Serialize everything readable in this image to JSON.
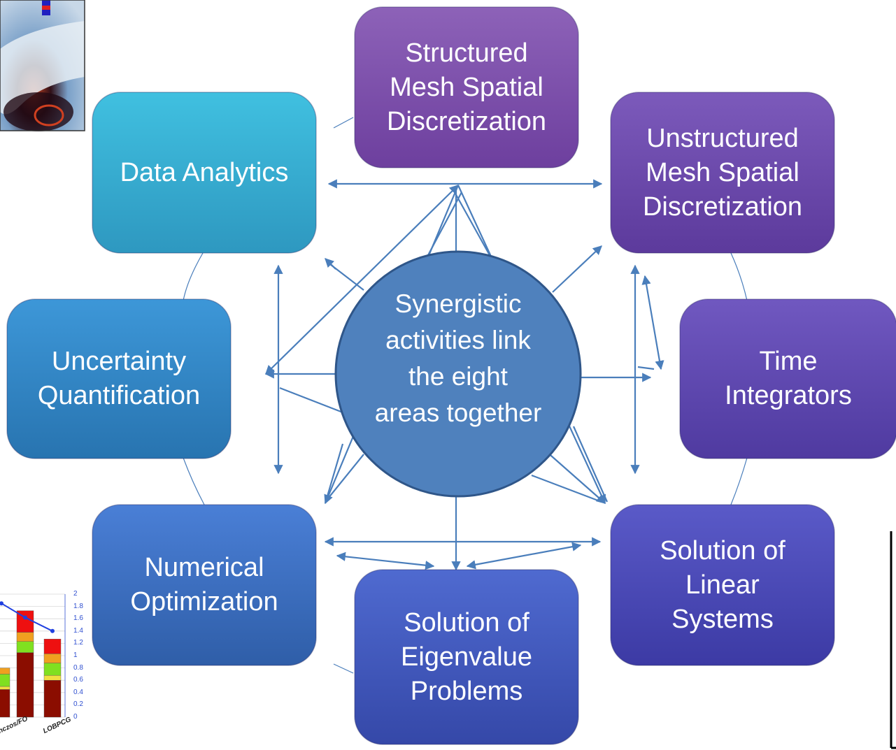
{
  "center": {
    "text": "Synergistic\nactivities link\nthe eight\nareas together",
    "color": "#4f81bd"
  },
  "areas": [
    {
      "id": "structured",
      "label": "Structured\nMesh Spatial\nDiscretization",
      "color_top": "#8d62b8",
      "color_bottom": "#6d3f9e"
    },
    {
      "id": "unstructured",
      "label": "Unstructured\nMesh Spatial\nDiscretization",
      "color_top": "#7c5abb",
      "color_bottom": "#5c3a9c"
    },
    {
      "id": "time",
      "label": "Time\nIntegrators",
      "color_top": "#7058c0",
      "color_bottom": "#4f3aa0"
    },
    {
      "id": "linear",
      "label": "Solution of\nLinear\nSystems",
      "color_top": "#5a5ac8",
      "color_bottom": "#3c3aa4"
    },
    {
      "id": "eigen",
      "label": "Solution of\nEigenvalue\nProblems",
      "color_top": "#4f6ad0",
      "color_bottom": "#3548a8"
    },
    {
      "id": "optimization",
      "label": "Numerical\nOptimization",
      "color_top": "#4a7fd6",
      "color_bottom": "#2f5ea8"
    },
    {
      "id": "uq",
      "label": "Uncertainty\nQuantification",
      "color_top": "#3d97d8",
      "color_bottom": "#2874b0"
    },
    {
      "id": "analytics",
      "label": "Data Analytics",
      "color_top": "#40c0e0",
      "color_bottom": "#2e98c0"
    }
  ],
  "arrow_color": "#4a7ebb",
  "inset_chart": {
    "right_axis_ticks": [
      "2",
      "1.8",
      "1.6",
      "1.4",
      "1.2",
      "1",
      "0.8",
      "0.6",
      "0.4",
      "0.2",
      "0"
    ],
    "category_labels": [
      "nczos/FO",
      "LOBPCG"
    ]
  },
  "chart_data": {
    "type": "bar",
    "categories": [
      "",
      "nczos/FO",
      "LOBPCG"
    ],
    "y2lim": [
      0,
      2
    ],
    "series_colors": [
      "#8b0d00",
      "#f0e040",
      "#80e020",
      "#f0a020",
      "#ee1010"
    ],
    "stacks": [
      [
        0.45,
        0.05,
        0.2,
        0.1,
        0.0
      ],
      [
        1.05,
        0.0,
        0.18,
        0.15,
        0.35
      ],
      [
        0.6,
        0.08,
        0.2,
        0.15,
        0.24
      ]
    ],
    "line": {
      "color": "#2040e0",
      "values": [
        1.85,
        1.62,
        1.4
      ]
    }
  }
}
